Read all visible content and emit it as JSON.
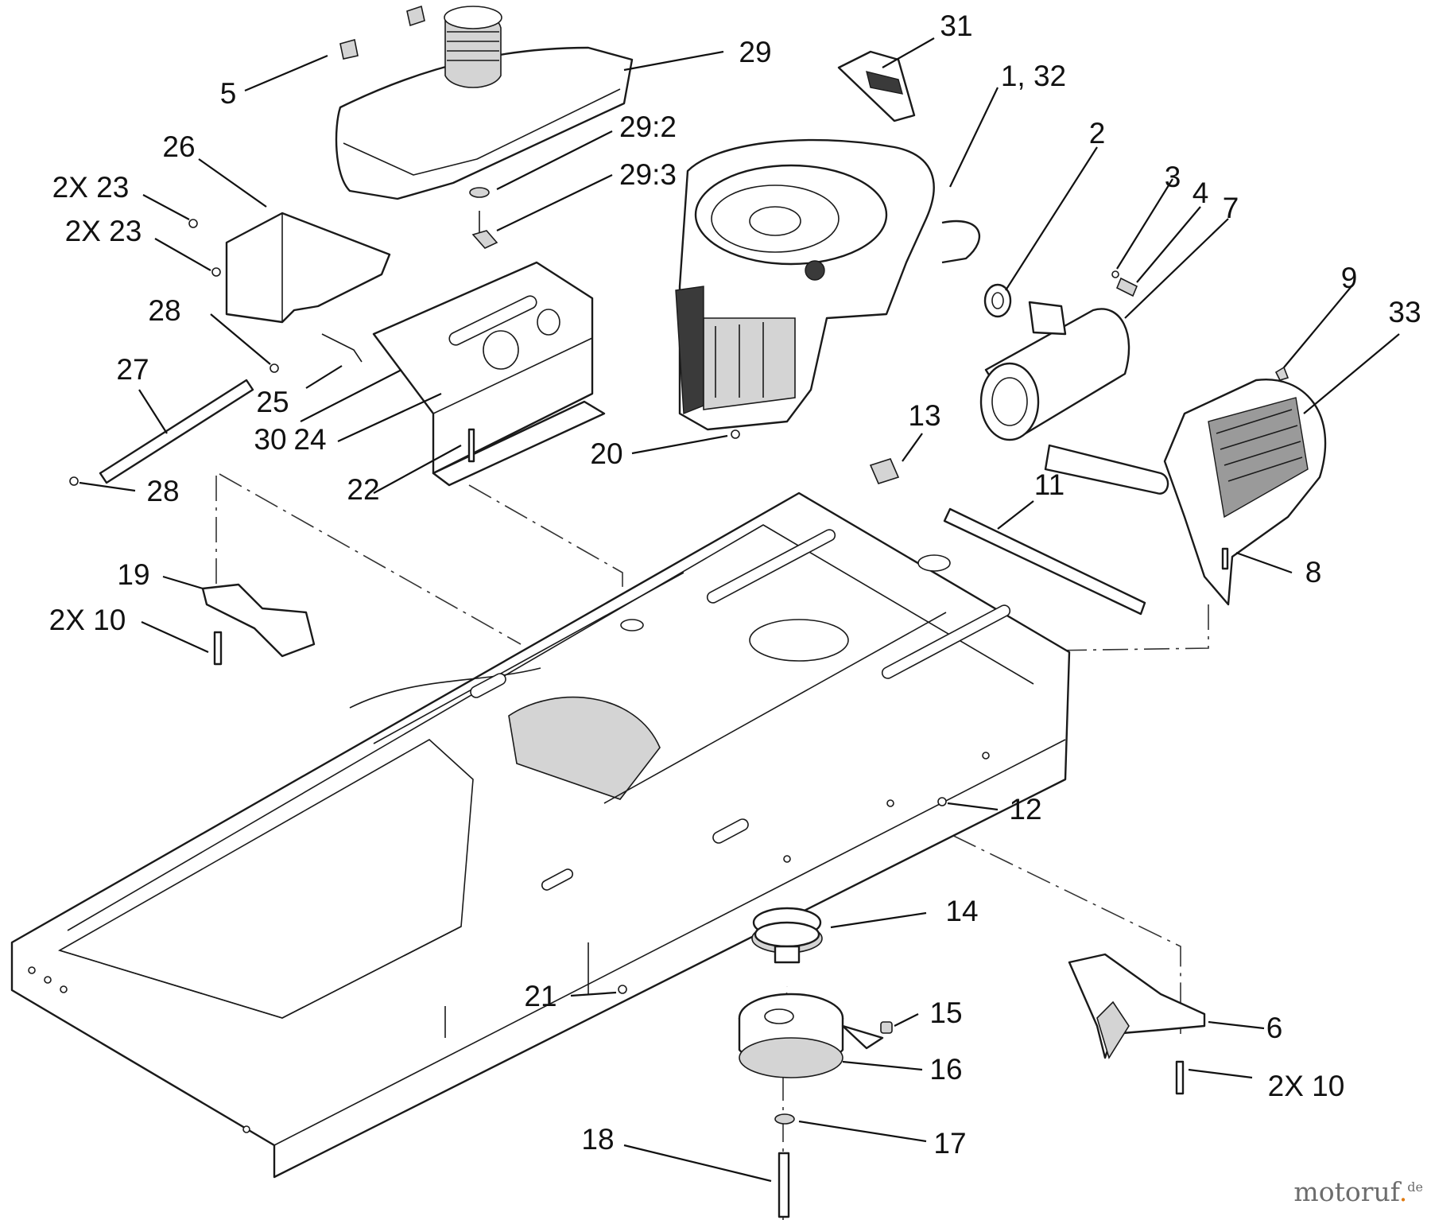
{
  "diagram": {
    "callouts": [
      {
        "id": "5",
        "label": "5"
      },
      {
        "id": "29",
        "label": "29"
      },
      {
        "id": "31",
        "label": "31"
      },
      {
        "id": "1_32",
        "label": "1, 32"
      },
      {
        "id": "26",
        "label": "26"
      },
      {
        "id": "29_2",
        "label": "29:2"
      },
      {
        "id": "2",
        "label": "2"
      },
      {
        "id": "2x23a",
        "label": "2X 23"
      },
      {
        "id": "29_3",
        "label": "29:3"
      },
      {
        "id": "3",
        "label": "3"
      },
      {
        "id": "4",
        "label": "4"
      },
      {
        "id": "2x23b",
        "label": "2X 23"
      },
      {
        "id": "7",
        "label": "7"
      },
      {
        "id": "9",
        "label": "9"
      },
      {
        "id": "33",
        "label": "33"
      },
      {
        "id": "28a",
        "label": "28"
      },
      {
        "id": "27",
        "label": "27"
      },
      {
        "id": "25",
        "label": "25"
      },
      {
        "id": "13",
        "label": "13"
      },
      {
        "id": "30",
        "label": "30"
      },
      {
        "id": "24",
        "label": "24"
      },
      {
        "id": "20",
        "label": "20"
      },
      {
        "id": "22",
        "label": "22"
      },
      {
        "id": "28b",
        "label": "28"
      },
      {
        "id": "11",
        "label": "11"
      },
      {
        "id": "8",
        "label": "8"
      },
      {
        "id": "19",
        "label": "19"
      },
      {
        "id": "2x10a",
        "label": "2X 10"
      },
      {
        "id": "12",
        "label": "12"
      },
      {
        "id": "14",
        "label": "14"
      },
      {
        "id": "21",
        "label": "21"
      },
      {
        "id": "15",
        "label": "15"
      },
      {
        "id": "6",
        "label": "6"
      },
      {
        "id": "16",
        "label": "16"
      },
      {
        "id": "2x10b",
        "label": "2X 10"
      },
      {
        "id": "18",
        "label": "18"
      },
      {
        "id": "17",
        "label": "17"
      }
    ]
  },
  "watermark": {
    "brand": "motoruf",
    "tld": "de"
  },
  "colors": {
    "line": "#1a1a1a",
    "shade": "#d4d4d4",
    "watermark": "#6d6d6d",
    "watermark_dot": "#e07a10"
  }
}
